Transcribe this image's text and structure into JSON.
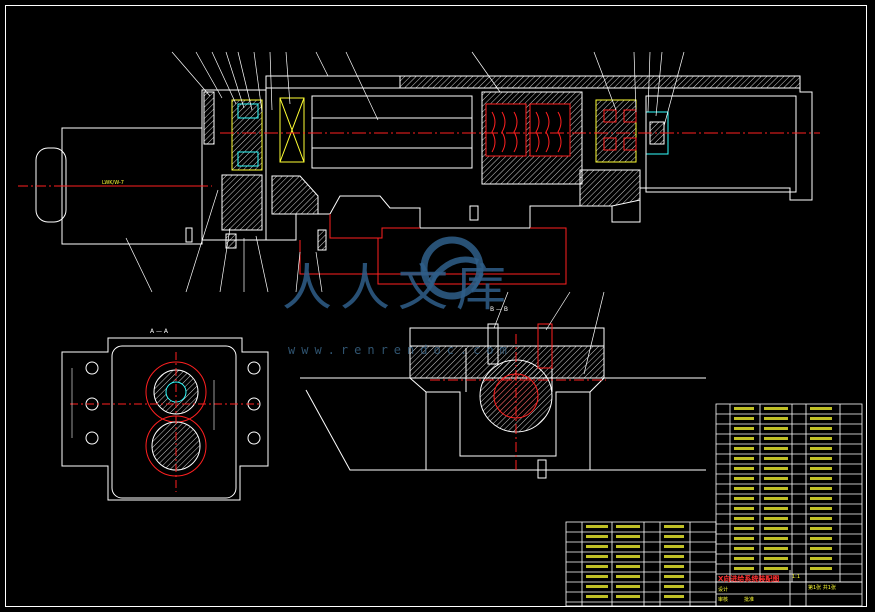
{
  "section_label": "A — A",
  "section_label_b": "B — B",
  "motor_note": "LWK/W-7",
  "watermark": {
    "brand_glyphs": "人人文库",
    "url": "www.renrendoc.com"
  },
  "title_block": {
    "drawing_title": "X向进给系统装配图",
    "scale_value": "1:1",
    "sheet_info": "第1张 共1张",
    "designer_label": "设计",
    "checker_label": "审核",
    "approver_label": "批准"
  },
  "colors": {
    "background": "#000000",
    "line_white": "#ffffff",
    "line_red": "#ff2020",
    "line_yellow": "#ffff33",
    "line_cyan": "#33ffff",
    "watermark_blue": "#2f5f8a"
  }
}
